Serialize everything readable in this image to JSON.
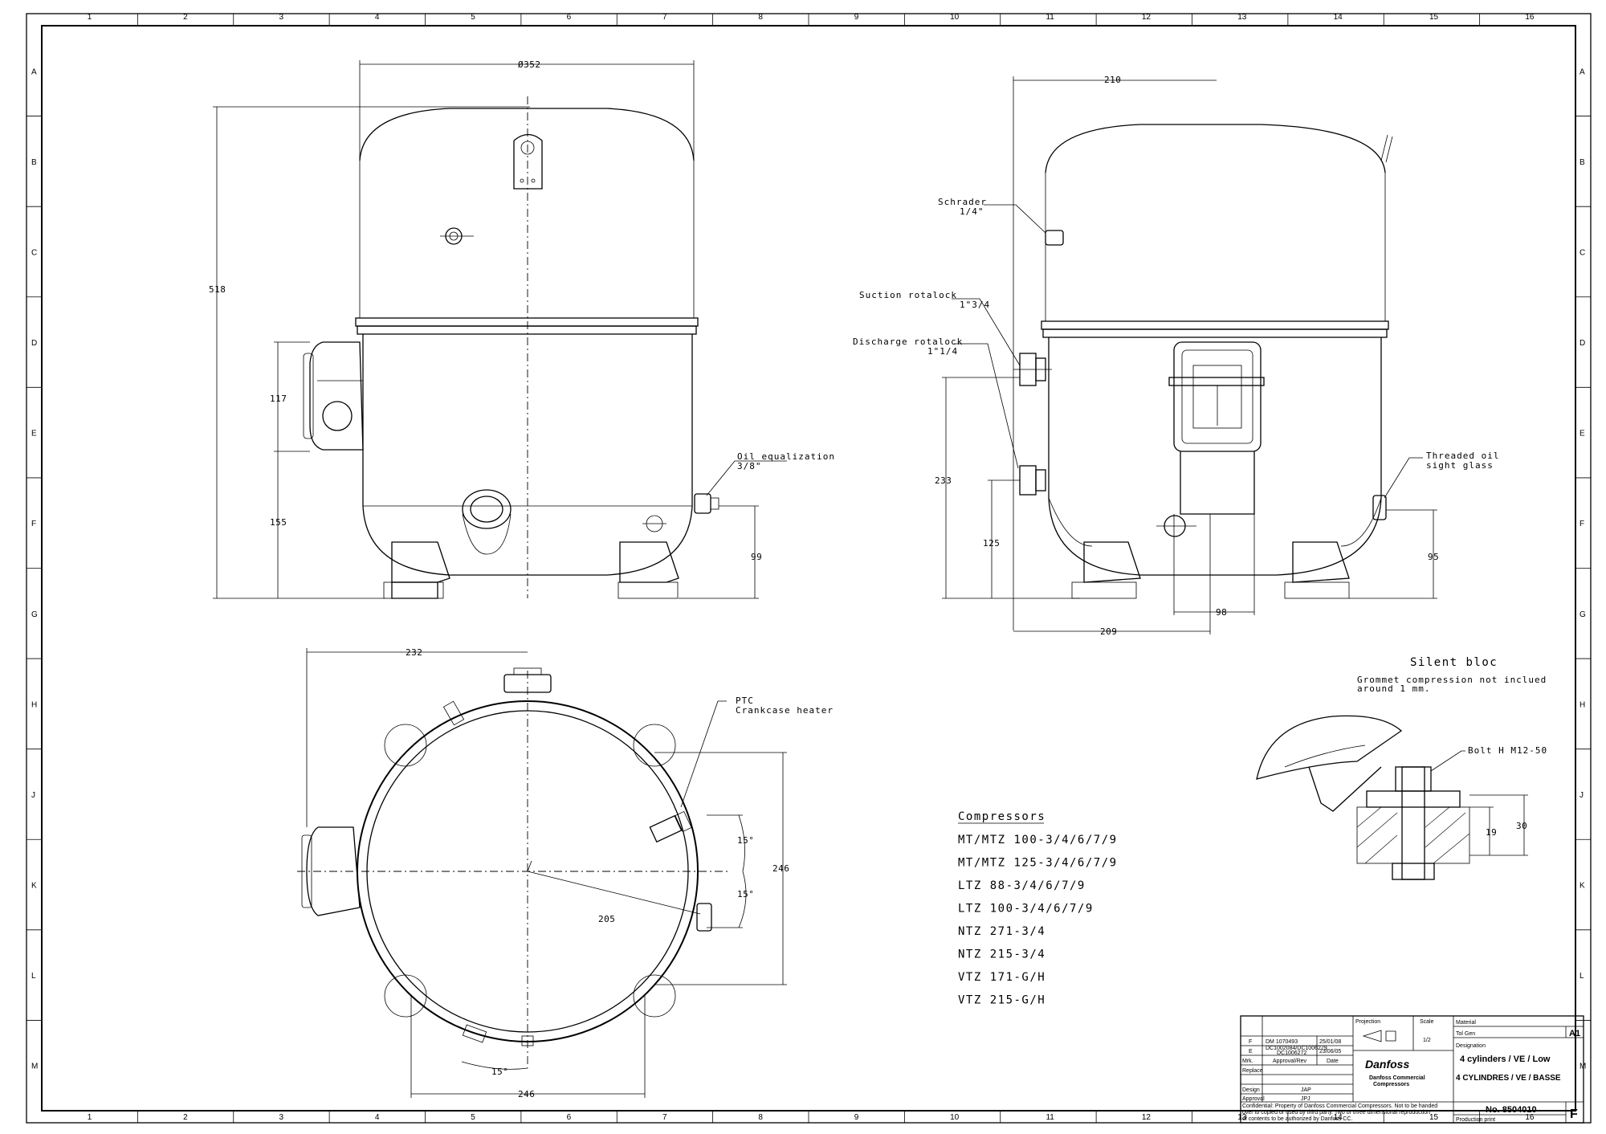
{
  "grid": {
    "columns": [
      "1",
      "2",
      "3",
      "4",
      "5",
      "6",
      "7",
      "8",
      "9",
      "10",
      "11",
      "12",
      "13",
      "14",
      "15",
      "16"
    ],
    "rows": [
      "A",
      "B",
      "C",
      "D",
      "E",
      "F",
      "G",
      "H",
      "J",
      "K",
      "L",
      "M"
    ]
  },
  "front_view": {
    "diameter": "Ø352",
    "height_total": "518",
    "height_box": "117",
    "height_lower": "155",
    "height_oil": "99",
    "oil_label_line1": "Oil equalization",
    "oil_label_line2": "3/8\""
  },
  "side_view": {
    "width_top": "210",
    "schrader_line1": "Schrader",
    "schrader_line2": "1/4\"",
    "suction_line1": "Suction rotalock",
    "suction_line2": "1\"3/4",
    "discharge_line1": "Discharge rotalock",
    "discharge_line2": "1\"1/4",
    "threaded_line1": "Threaded oil",
    "threaded_line2": "sight glass",
    "height_233": "233",
    "height_125": "125",
    "height_95": "95",
    "width_bottom": "209",
    "width_98": "98"
  },
  "top_view": {
    "width_top": "232",
    "ptc_line1": "PTC",
    "ptc_line2": "Crankcase heater",
    "angle_a": "15°",
    "angle_b": "15°",
    "angle_c": "15°",
    "radius": "205",
    "height_right": "246",
    "width_bottom": "246"
  },
  "silent_bloc": {
    "title": "Silent bloc",
    "note_line1": "Grommet compression not inclued",
    "note_line2": "around 1 mm.",
    "bolt": "Bolt H M12-50",
    "dim_19": "19",
    "dim_30": "30"
  },
  "compressors": {
    "title": "Compressors",
    "items": [
      "MT/MTZ 100-3/4/6/7/9",
      "MT/MTZ 125-3/4/6/7/9",
      "LTZ 88-3/4/6/7/9",
      "LTZ 100-3/4/6/7/9",
      "NTZ 271-3/4",
      "NTZ 215-3/4",
      "VTZ 171-G/H",
      "VTZ 215-G/H"
    ]
  },
  "title_block": {
    "rev_f": "F",
    "rev_f_doc": "DM 1070493",
    "rev_f_date": "25/01/08",
    "rev_e": "E",
    "rev_e_doc_line1": "DC1002084/DC1006279",
    "rev_e_doc_line2": "DC1006272",
    "rev_e_date": "23/06/05",
    "hdr_mrk": "Mrk.",
    "hdr_approval": "Approval/Rev",
    "hdr_date": "Date",
    "replace": "Replace",
    "design": "Design",
    "design_val": "JAP",
    "approval": "Approval",
    "approval_val": "JPJ",
    "projection": "Projection",
    "scale": "Scale",
    "scale_val": "1/2",
    "material": "Material",
    "tol_gen": "Tol Gen",
    "sheet_size": "A1",
    "designation": "Designation",
    "designation_line1": "4 cylinders / VE / Low",
    "designation_line2": "4 CYLINDRES / VE / BASSE",
    "number": "No. 8504010",
    "rev_letter": "F",
    "production": "Production print",
    "brand": "Danfoss",
    "company_line1": "Danfoss Commercial",
    "company_line2": "Compressors",
    "confidential_line1": "Confidential: Property of Danfoss Commercial Compressors. Not to be handed",
    "confidential_line2": "over to copied or used by third party. Two or three dimensional reproduction",
    "confidential_line3": "of contents to be authorized by Danfoss CC."
  }
}
